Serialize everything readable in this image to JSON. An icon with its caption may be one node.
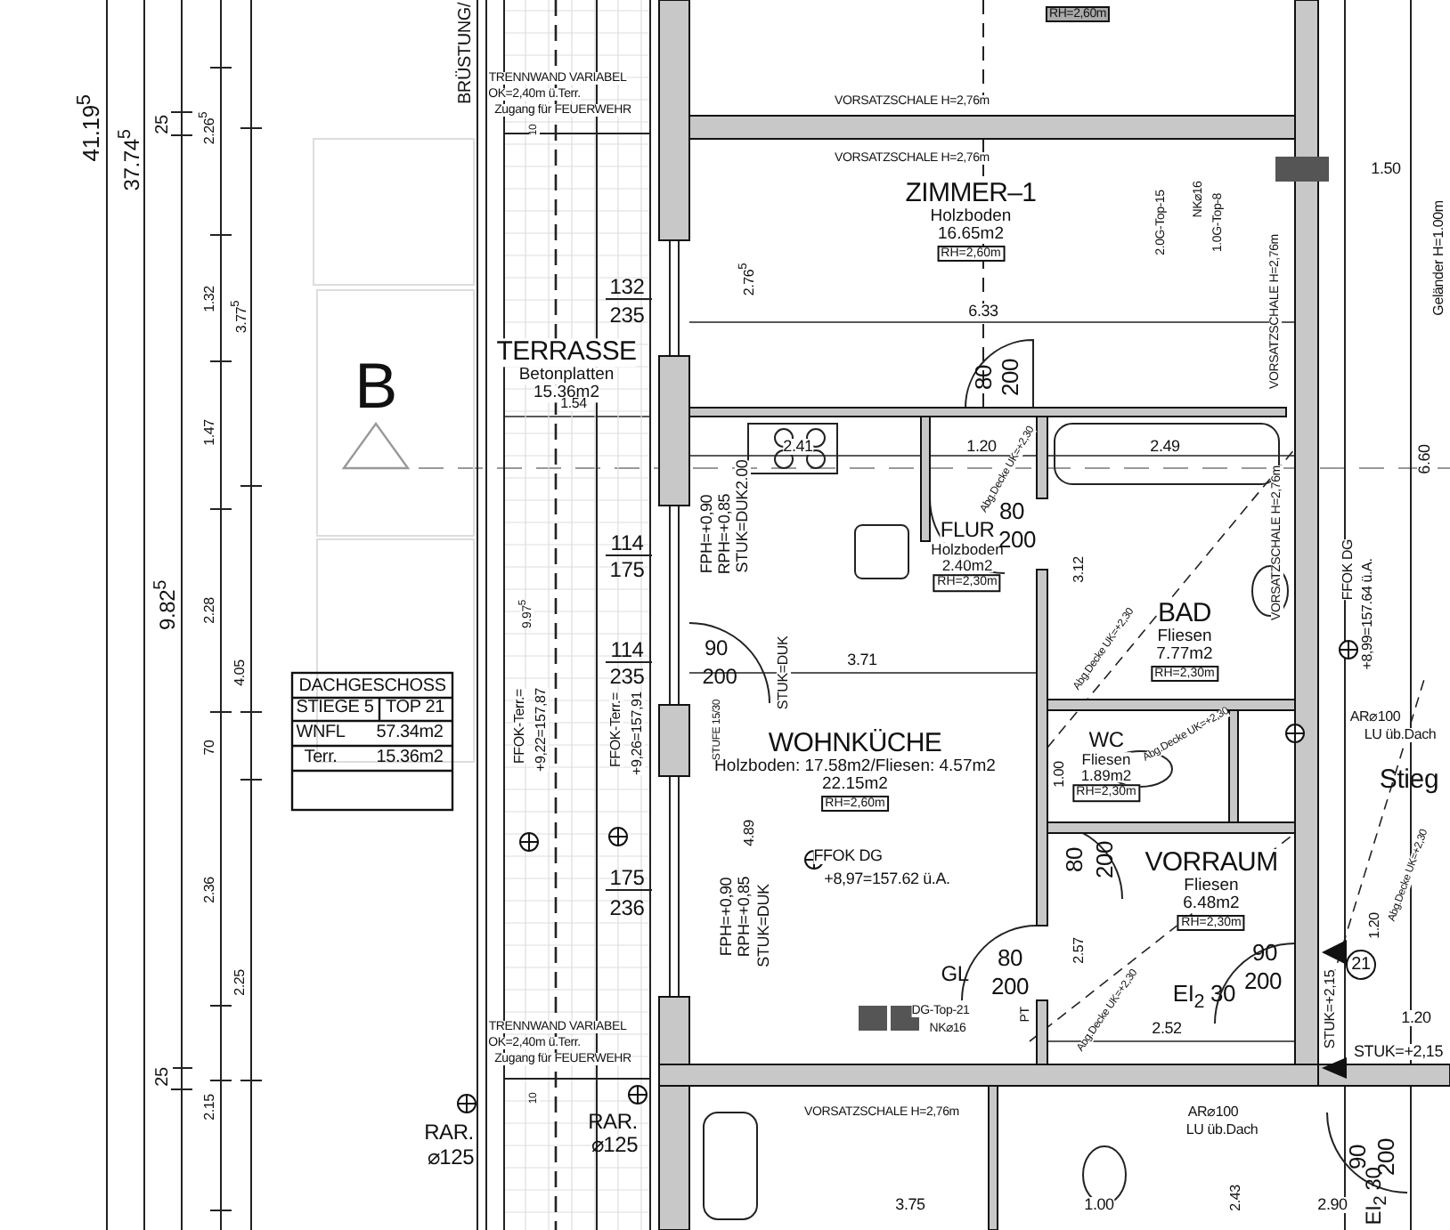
{
  "diagram": {
    "nodes": [
      {
        "text": [
          "TERRASSE",
          "Betonplatten",
          "15.36m2"
        ]
      },
      {
        "text": [
          "ZIMMER–1",
          "Holzboden",
          "16.65m2",
          "RH=2,60m"
        ]
      },
      {
        "text": [
          "FLUR",
          "Holzboden",
          "2.40m2",
          "RH=2,30m"
        ]
      },
      {
        "text": [
          "BAD",
          "Fliesen",
          "7.77m2",
          "RH=2,30m"
        ]
      },
      {
        "text": [
          "WOHNKÜCHE",
          "Holzboden: 17.58m2/Fliesen: 4.57m2",
          "22.15m2",
          "RH=2,60m"
        ]
      },
      {
        "text": [
          "WC",
          "Fliesen",
          "1.89m2",
          "RH=2,30m"
        ]
      },
      {
        "text": [
          "VORRAUM",
          "Fliesen",
          "6.48m2",
          "RH=2,30m"
        ]
      }
    ],
    "labels": [
      "41.19$^{5}$",
      "37.74$^{5}$",
      "25",
      "2.26$^{5}$",
      "1.32",
      "3.77$^{5}$",
      "1.47",
      "9.82$^{5}$",
      "2.28",
      "4.05",
      "70",
      "2.36",
      "2.25",
      "25",
      "2.15",
      "B",
      "BRÜSTUNG/",
      "TRENNWAND VARIABEL",
      "OK=2,40m ü.Terr.",
      "Zugang für FEUERWEHR",
      "10",
      "RH=2,60m",
      "VORSATZSCHALE H=2,76m",
      "VORSATZSCHALE H=2,76m",
      "2.0G-Top-15",
      "NK⌀16",
      "1.0G-Top-8",
      "VORSATZSCHALE H=2,76m",
      "1.50",
      "Geländer H=1.00m",
      "132",
      "235",
      "2.76$^{5}$",
      "6.33",
      "80",
      "200",
      "1.54",
      "2.41",
      "1.20",
      "Abg.Decke UK=+2,30",
      "2.49",
      "6.60",
      "114",
      "175",
      "FPH=+0,90",
      "RPH=+0,85",
      "STUK=DUK2.00",
      "80",
      "200",
      "3.12",
      "Abg.Decke UK=+2,30",
      "VORSATZSCHALE H=2,76m",
      "FFOK DG",
      "+8,99=157.64 ü.A.",
      "9.97$^{5}$",
      "114",
      "235",
      "90",
      "200",
      "STUFE 15/30",
      "STUK=DUK",
      "3.71",
      "AR⌀100",
      "LU üb.Dach",
      "Stieg",
      "FFOK-Terr.=",
      "+9,22=157,87",
      "FFOK-Terr.=",
      "+9,26=157,91",
      "1.00",
      "Abg.Decke UK=+2,30",
      "4.89",
      "FFOK DG",
      "+8,97=157.62 ü.A.",
      "80",
      "200",
      "Abg.Decke UK=+2,30",
      "175",
      "236",
      "FPH=+0,90",
      "RPH=+0,85",
      "STUK=DUK",
      "GL",
      "80",
      "200",
      "2.57",
      "90",
      "200",
      "STUK=+2,15",
      "21",
      "1.20",
      "EI$_{2}$ 30",
      "DG-Top-21",
      "NK⌀16",
      "PT",
      "Abg.Decke UK=+2,30",
      "2.52",
      "1.20",
      "STUK=+2,15",
      "TRENNWAND VARIABEL",
      "OK=2,40m ü.Terr.",
      "Zugang für FEUERWEHR",
      "10",
      "RAR.",
      "⌀125",
      "RAR.",
      "⌀125",
      "VORSATZSCHALE H=2,76m",
      "AR⌀100",
      "LU üb.Dach",
      "3.75",
      "1.00",
      "2.43",
      "2.90",
      "90",
      "200",
      "EI$_{2}$ 30",
      "DACHGESCHOSS",
      "STIEGE 5",
      "TOP 21",
      "WNFL",
      "57.34m2",
      "Terr.",
      "15.36m2"
    ]
  }
}
